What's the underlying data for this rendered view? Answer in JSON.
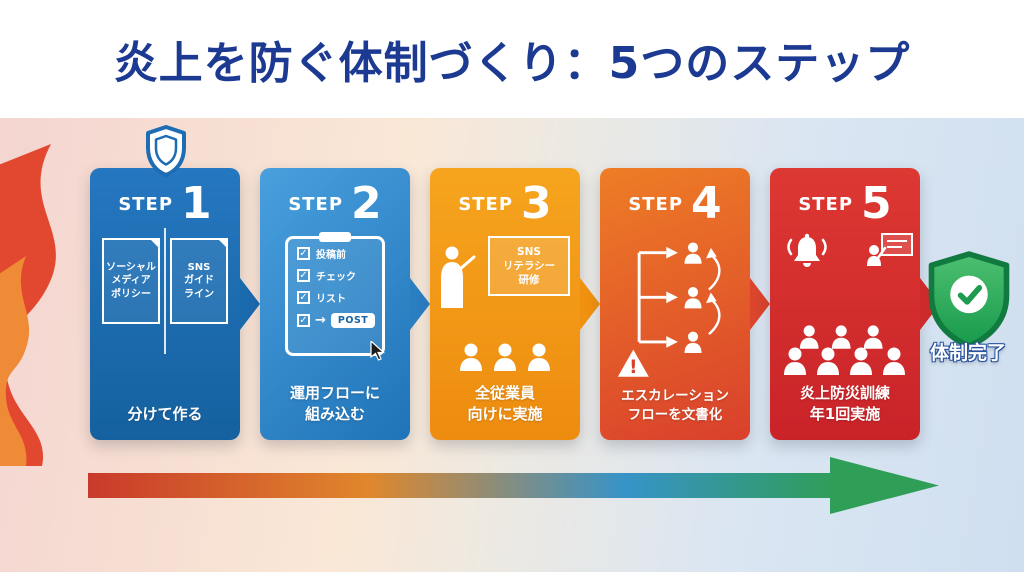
{
  "title": "炎上を防ぐ体制づくり：5つのステップ",
  "result_label": "体制完了",
  "steps": [
    {
      "label": "STEP",
      "number": "1",
      "doc1": "ソーシャル\nメディア\nポリシー",
      "doc2": "SNS\nガイド\nライン",
      "caption": "分けて作る"
    },
    {
      "label": "STEP",
      "number": "2",
      "check_title_lines": [
        "投稿前",
        "チェック",
        "リスト"
      ],
      "post_label": "POST",
      "caption": "運用フローに\n組み込む"
    },
    {
      "label": "STEP",
      "number": "3",
      "board_text": "SNS\nリテラシー\n研修",
      "caption": "全従業員\n向けに実施"
    },
    {
      "label": "STEP",
      "number": "4",
      "caption": "エスカレーション\nフローを文書化"
    },
    {
      "label": "STEP",
      "number": "5",
      "caption": "炎上防災訓練\n年1回実施"
    }
  ],
  "colors": {
    "title": "#1c3a91",
    "step1": "#1e6cb3",
    "step2": "#2f86cc",
    "step3": "#f19317",
    "step4": "#e2572c",
    "step5": "#d42b2c",
    "shield_green": "#2aa457",
    "arrow_gradient": [
      "#c93a2b",
      "#e0872c",
      "#3793c8",
      "#2f9e57"
    ]
  }
}
